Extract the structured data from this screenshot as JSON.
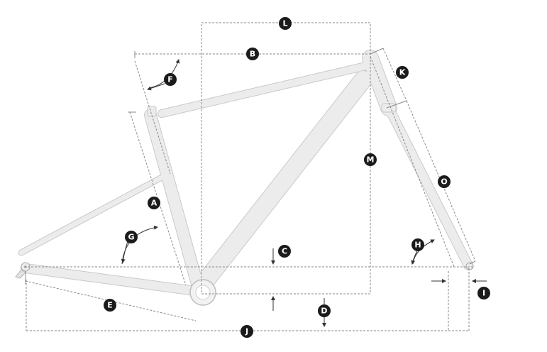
{
  "labels": {
    "a": "A",
    "b": "B",
    "c": "C",
    "d": "D",
    "e": "E",
    "f": "F",
    "g": "G",
    "h": "H",
    "i": "I",
    "j": "J",
    "k": "K",
    "l": "L",
    "m": "M",
    "o": "O"
  },
  "colors": {
    "frame_fill": "#ececec",
    "frame_edge": "#c9c9c9",
    "dim_line": "#8a8a8a",
    "badge": "#1b1b1b",
    "badge_text": "#ffffff"
  }
}
